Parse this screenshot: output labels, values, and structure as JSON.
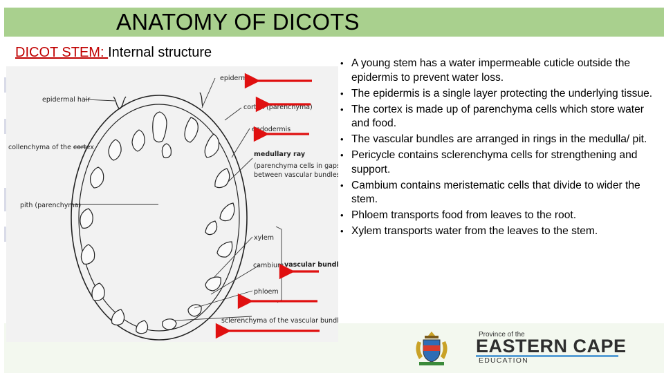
{
  "title": "ANATOMY OF DICOTS",
  "subtitle": {
    "label": "DICOT STEM: ",
    "text": "Internal structure"
  },
  "diagram": {
    "labels": {
      "epidermis": "epidermis",
      "epidermal_hair": "epidermal hair",
      "cortex": "cortex (parenchyma)",
      "endodermis": "endodermis",
      "collenchyma": "collenchyma of the cortex",
      "medullary_ray": "medullary ray",
      "medullary_ray_note_1": "(parenchyma cells in gaps",
      "medullary_ray_note_2": "between vascular bundles)",
      "pith": "pith (parenchyma)",
      "xylem": "xylem",
      "cambium": "cambium",
      "vascular_bundle": "vascular bundle",
      "phloem": "phloem",
      "sclerenchyma": "sclerenchyma of the vascular bundle"
    },
    "arrow_color": "#e01010"
  },
  "bullets": [
    "A young stem has a water impermeable cuticle outside the epidermis to prevent water loss.",
    "The epidermis is a single layer protecting the underlying tissue.",
    "The cortex is made up of parenchyma cells which store water and food.",
    "The vascular bundles are arranged in rings in the medulla/ pit.",
    "Pericycle contains sclerenchyma cells for strengthening and support.",
    "Cambium contains meristematic cells that divide to wider the stem.",
    "Phloem transports food from leaves to the root.",
    "Xylem transports water from the leaves to the stem."
  ],
  "logo": {
    "province": "Province of the",
    "name": "EASTERN CAPE",
    "department": "EDUCATION"
  },
  "colors": {
    "title_bar": "#a9d08e",
    "subtitle_label": "#c00000",
    "logo_line": "#5aa0d6"
  }
}
